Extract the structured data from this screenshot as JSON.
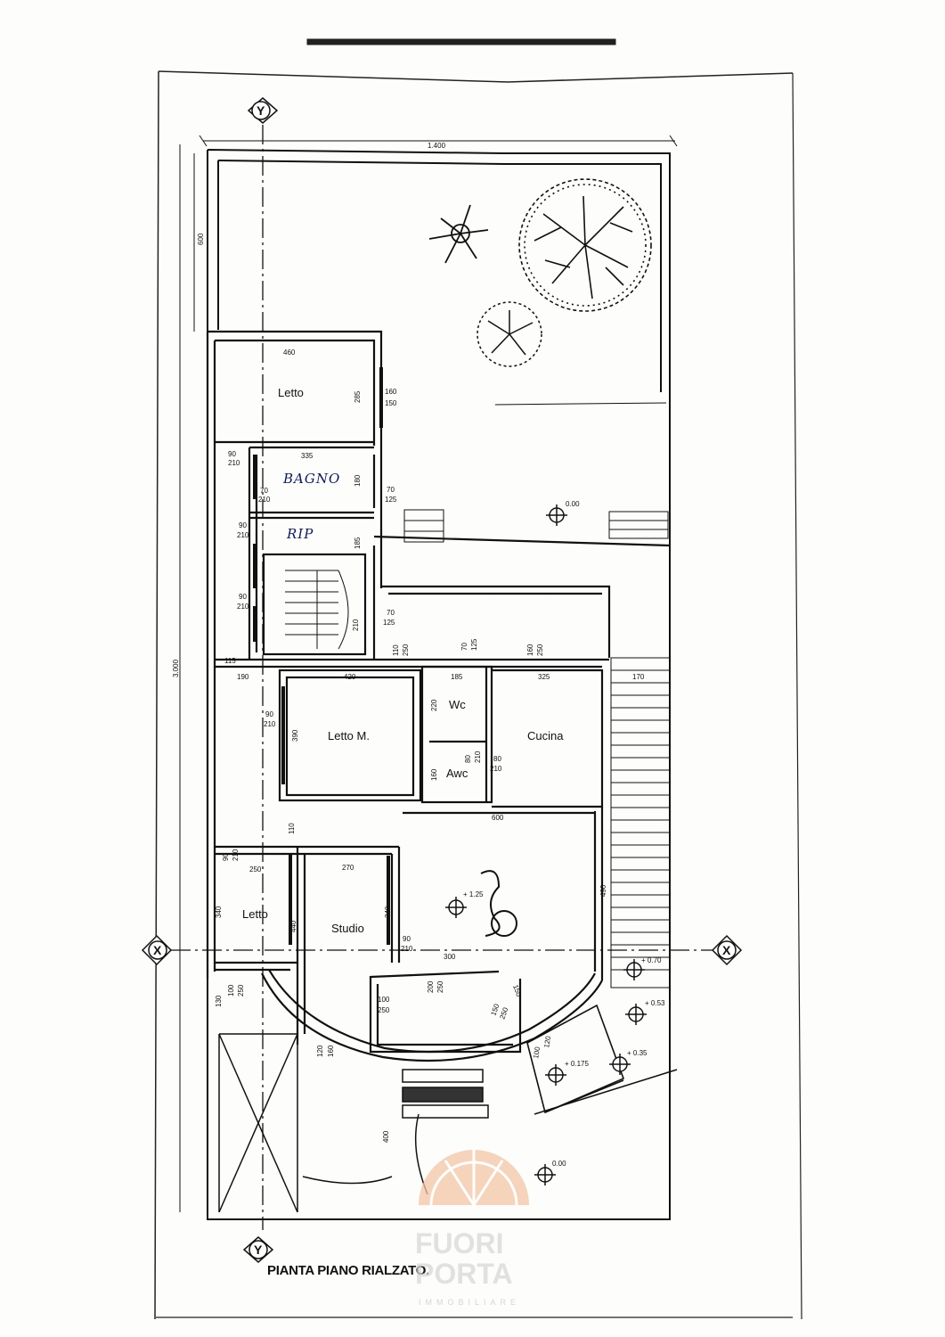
{
  "plan": {
    "title": "PIANTA PIANO RIALZATO.",
    "axes": {
      "x": "X",
      "y": "Y"
    },
    "rooms": {
      "letto_top": "Letto",
      "bagno": "BAGNO",
      "rip": "RIP",
      "letto_m": "Letto M.",
      "wc": "Wc",
      "awc": "Awc",
      "cucina": "Cucina",
      "letto_bottom": "Letto",
      "studio": "Studio"
    },
    "levels": {
      "garden_top": "0.00",
      "living": "+ 1.25",
      "step_070": "+ 0.70",
      "step_053": "+ 0.53",
      "step_035": "+ 0.35",
      "step_0175": "+ 0.175",
      "bottom": "0.00"
    },
    "dimensions": {
      "total_width": "1.400",
      "total_length": "3.000",
      "garden_depth": "600",
      "letto_w": "460",
      "letto_h": "285",
      "win_top": "160",
      "win_bottom": "150",
      "d90_a": "90",
      "d210_a": "210",
      "bagno_w": "335",
      "bagno_h": "180",
      "d70_a": "70",
      "d210_b": "210",
      "d70_b": "70",
      "d125_b": "125",
      "d90_c": "90",
      "d210_c": "210",
      "rip_h": "185",
      "d90_d": "90",
      "d210_d": "210",
      "stair_210": "210",
      "d70_e": "70",
      "d125_e": "125",
      "d115": "115",
      "d110_a": "110",
      "d250_a": "250",
      "d70_f": "70",
      "d125_f": "125",
      "d160_g": "160",
      "d250_g": "250",
      "d190": "190",
      "d420": "420",
      "d185": "185",
      "d325": "325",
      "d170": "170",
      "d220": "220",
      "d390": "390",
      "d90_h": "90",
      "d210_h": "210",
      "d80_i": "80",
      "d210_i": "210",
      "d80_j": "80",
      "d210_j": "210",
      "d160": "160",
      "d600": "600",
      "d110_k": "110",
      "d90_l": "90",
      "d210_l": "210",
      "d250_m": "250",
      "d270": "270",
      "d340_a": "340",
      "d440": "440",
      "d340_b": "340",
      "d490": "490",
      "d90_n": "90",
      "d210_n": "210",
      "d300": "300",
      "d100_o": "100",
      "d250_o": "250",
      "d130": "130",
      "d100_p": "100",
      "d250_p": "250",
      "d200_q": "200",
      "d250_q": "250",
      "d150_r": "150",
      "d250_r": "250",
      "d150_s": "150",
      "d120_t": "120",
      "d160_t": "160",
      "d100_u": "100",
      "d120_u": "120",
      "d400": "400"
    },
    "watermark": {
      "line1": "FUORI",
      "line2": "PORTA",
      "line3": "IMMOBILIARE"
    }
  }
}
